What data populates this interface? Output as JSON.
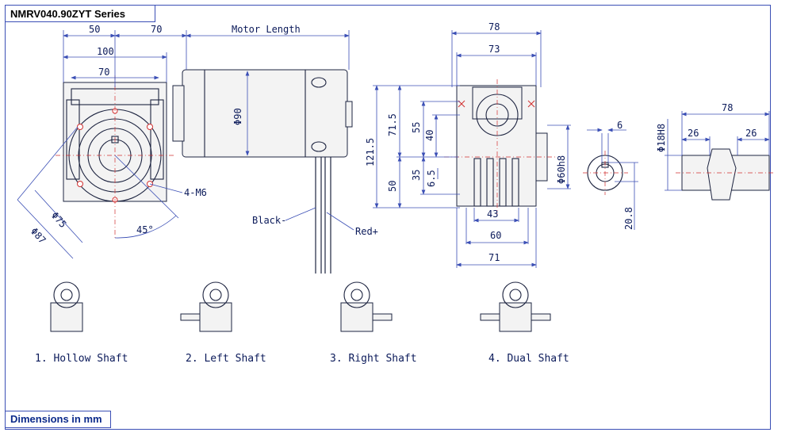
{
  "title": "NMRV040.90ZYT Series",
  "units_note": "Dimensions in mm",
  "front_view": {
    "dim_50": "50",
    "dim_70_top": "70",
    "dim_100": "100",
    "dim_70_inner": "70",
    "motor_length": "Motor Length",
    "motor_dia": "Φ90",
    "thread": "4-M6",
    "pcd_87": "Φ87",
    "pcd_75": "Φ75",
    "angle": "45°",
    "wire_black": "Black-",
    "wire_red": "Red+"
  },
  "side_view": {
    "dim_78": "78",
    "dim_73": "73",
    "dim_121_5": "121.5",
    "dim_71_5": "71.5",
    "dim_55": "55",
    "dim_40": "40",
    "dim_50": "50",
    "dim_35": "35",
    "dim_6_5": "6.5",
    "flange_dia": "Φ60h8",
    "dim_43": "43",
    "dim_60": "60",
    "dim_71": "71"
  },
  "shaft_section": {
    "key_width": "6",
    "key_height": "20.8",
    "bore_dia": "Φ18H8",
    "length_78": "78",
    "left_26": "26",
    "right_26": "26"
  },
  "variants": [
    {
      "label": "1. Hollow Shaft"
    },
    {
      "label": "2. Left Shaft"
    },
    {
      "label": "3. Right Shaft"
    },
    {
      "label": "4. Dual Shaft"
    }
  ]
}
